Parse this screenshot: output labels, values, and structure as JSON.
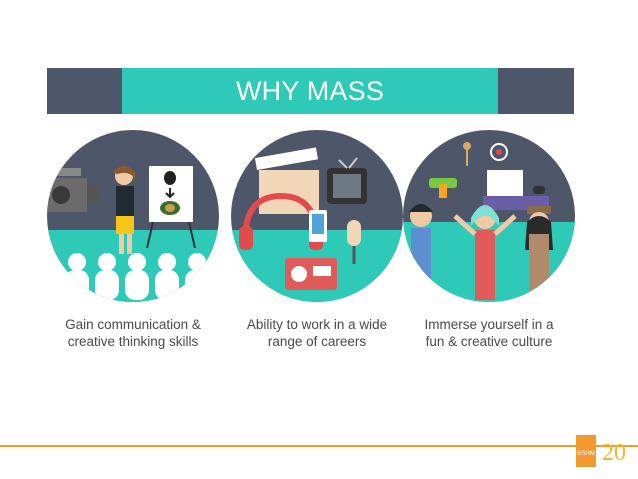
{
  "banner": {
    "title": "WHY MASS COMMUNICATION"
  },
  "columns": [
    {
      "line1": "Gain communication &",
      "line2": "creative thinking skills"
    },
    {
      "line1": "Ability to work in a wide",
      "line2": "range of careers"
    },
    {
      "line1": "Immerse yourself in a",
      "line2": "fun & creative culture"
    }
  ],
  "colors": {
    "teal": "#2fc9b8",
    "slate": "#4e5669",
    "orange": "#f29a2e"
  },
  "logo": {
    "text": "NSHM",
    "number": "20"
  }
}
